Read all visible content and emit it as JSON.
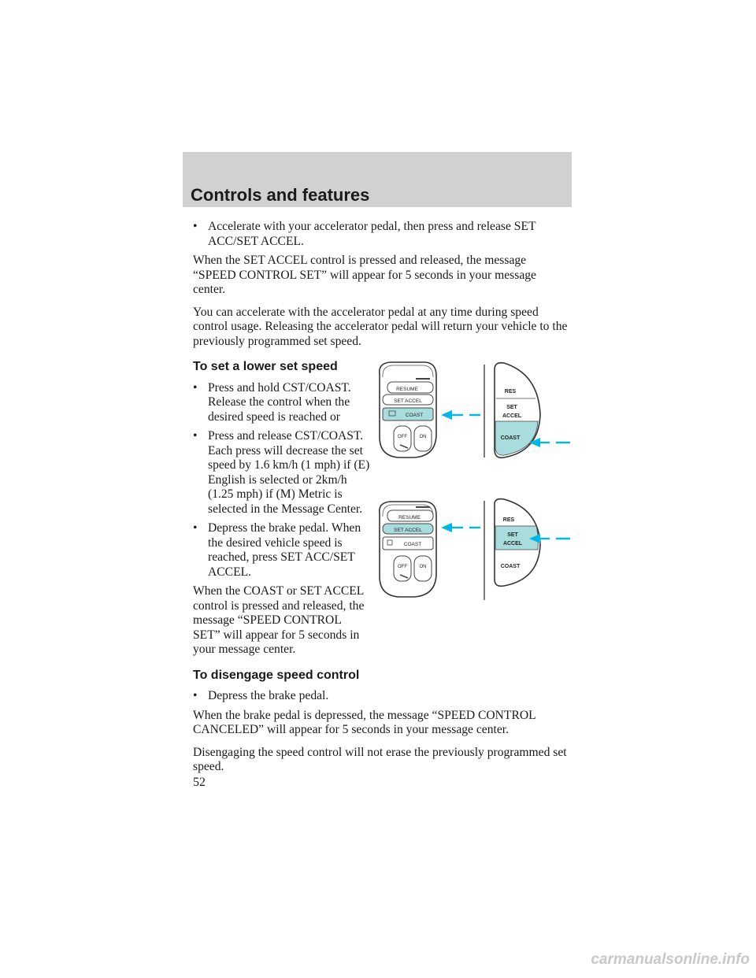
{
  "header": {
    "title": "Controls and features"
  },
  "intro": {
    "bullet": "Accelerate with your accelerator pedal, then press and release SET ACC/SET ACCEL.",
    "p1": "When the SET ACCEL control is pressed and released, the message “SPEED CONTROL SET” will appear for 5 seconds in your message center.",
    "p2": "You can accelerate with the accelerator pedal at any time during speed control usage. Releasing the accelerator pedal will return your vehicle to the previously programmed set speed."
  },
  "lower": {
    "heading": "To set a lower set speed",
    "bullets": [
      "Press and hold CST/COAST. Release the control when the desired speed is reached or",
      "Press and release CST/COAST. Each press will decrease the set speed by 1.6 km/h (1 mph) if (E) English is selected or 2km/h (1.25 mph) if (M) Metric is selected in the Message Center.",
      "Depress the brake pedal. When the desired vehicle speed is reached, press SET ACC/SET ACCEL."
    ],
    "p": "When the COAST or SET ACCEL control is pressed and released, the message “SPEED CONTROL SET” will appear for 5 seconds in your message center."
  },
  "disengage": {
    "heading": "To disengage speed control",
    "bullet": "Depress the brake pedal.",
    "p1": "When the brake pedal is depressed, the message “SPEED CONTROL CANCELED” will appear for 5 seconds in your message center.",
    "p2": "Disengaging the speed control will not erase the previously programmed set speed."
  },
  "bullet_glyph": "•",
  "figure_labels": {
    "resume": "RESUME",
    "set_accel": "SET ACCEL",
    "coast": "COAST",
    "off": "OFF",
    "on": "ON",
    "res": "RES",
    "set": "SET",
    "accel": "ACCEL"
  },
  "colors": {
    "highlight": "#a9dcdc",
    "arrow": "#00b7e8",
    "header_band": "#d1d1d1"
  },
  "page_number": "52",
  "watermark": "carmanualsonline.info"
}
